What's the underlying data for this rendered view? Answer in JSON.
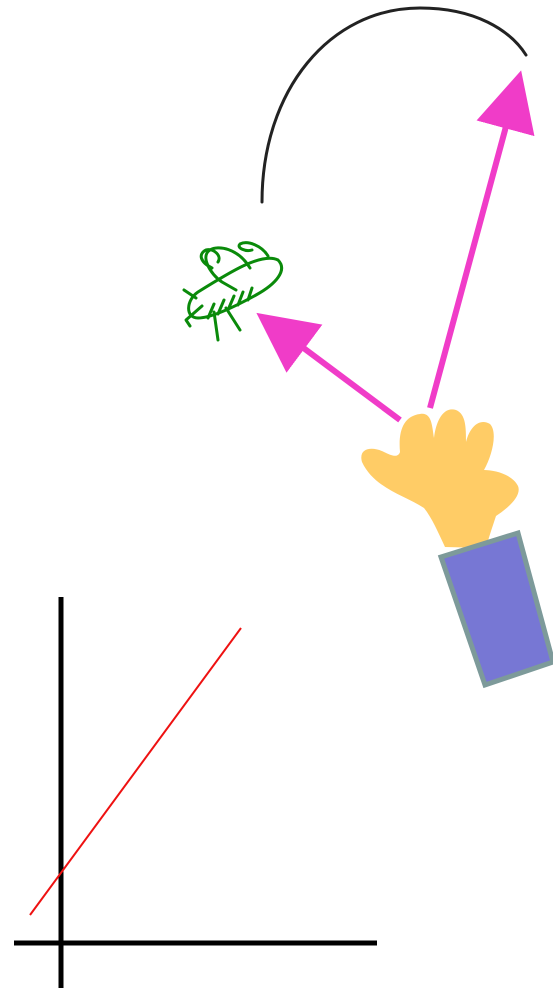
{
  "scene": {
    "background": "#ffffff",
    "elements": [
      "arc-trajectory",
      "grasshopper-icon",
      "arrow-to-grasshopper",
      "arrow-to-arc-end",
      "hand-icon",
      "sleeve",
      "axes",
      "red-line"
    ]
  },
  "colors": {
    "arc": "#222222",
    "grasshopper": "#0a8a0a",
    "arrows": "#f03cc8",
    "hand_fill": "#ffcc66",
    "sleeve_fill": "#7777d4",
    "sleeve_border": "#7d9a9a",
    "axes": "#000000",
    "line": "#ee1111"
  },
  "icons": {
    "grasshopper": "grasshopper-icon",
    "hand": "hand-icon"
  }
}
